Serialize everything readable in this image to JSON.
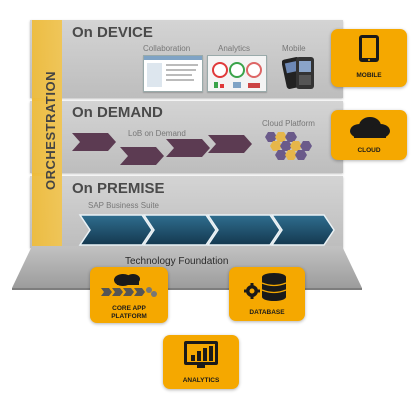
{
  "orchestration_label": "ORCHESTRATION",
  "layers": {
    "device": {
      "title": "On DEVICE",
      "items": [
        "Collaboration",
        "Analytics",
        "Mobile"
      ],
      "badge": "MOBILE"
    },
    "demand": {
      "title": "On DEMAND",
      "items": [
        "LoB on Demand",
        "Cloud Platform"
      ],
      "badge": "CLOUD"
    },
    "premise": {
      "title": "On PREMISE",
      "items": [
        "SAP Business Suite"
      ]
    }
  },
  "foundation": {
    "title": "Technology Foundation",
    "tiles": [
      {
        "label_line1": "CORE APP",
        "label_line2": "PLATFORM"
      },
      {
        "label": "DATABASE"
      },
      {
        "label": "ANALYTICS"
      }
    ]
  },
  "colors": {
    "accent_orange": "#f5a800",
    "chevron_purple": "#5c3b52",
    "chevron_blue": "#1f4f6b",
    "band_gray": "#c9c9c9"
  }
}
